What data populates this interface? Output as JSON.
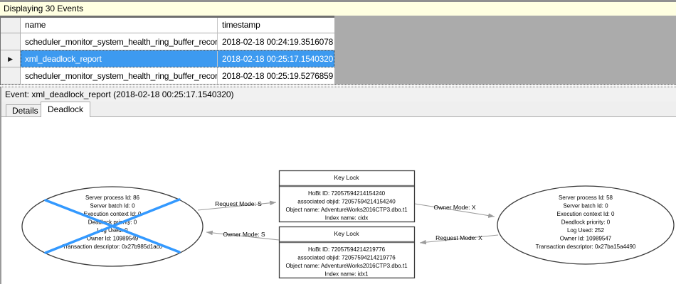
{
  "info_bar": {
    "label": "Displaying 30 Events"
  },
  "table": {
    "columns": [
      {
        "label": "name"
      },
      {
        "label": "timestamp"
      }
    ],
    "rows": [
      {
        "name": "scheduler_monitor_system_health_ring_buffer_recorded",
        "timestamp": "2018-02-18 00:24:19.3516078",
        "selected": false
      },
      {
        "name": "xml_deadlock_report",
        "timestamp": "2018-02-18 00:25:17.1540320",
        "selected": true
      },
      {
        "name": "scheduler_monitor_system_health_ring_buffer_recorded",
        "timestamp": "2018-02-18 00:25:19.5276859",
        "selected": false
      }
    ]
  },
  "icons": {
    "row_selector": "▶"
  },
  "event_bar": {
    "label": "Event: xml_deadlock_report (2018-02-18 00:25:17.1540320)"
  },
  "tabs": [
    {
      "label": "Details",
      "active": false
    },
    {
      "label": "Deadlock",
      "active": true
    }
  ],
  "graph": {
    "processes": [
      {
        "victim": true,
        "lines": [
          "Server process Id: 86",
          "Server batch Id: 0",
          "Execution context Id: 0",
          "Deadlock priority: 0",
          "Log Used: 0",
          "Owner Id: 10989549",
          "Transaction descriptor: 0x27b985d1ac0"
        ]
      },
      {
        "victim": false,
        "lines": [
          "Server process Id: 58",
          "Server batch Id: 0",
          "Execution context Id: 0",
          "Deadlock priority: 0",
          "Log Used: 252",
          "Owner Id: 10989547",
          "Transaction descriptor: 0x27ba15a4490"
        ]
      }
    ],
    "resources": [
      {
        "title": "Key Lock",
        "lines": [
          "HoBt ID: 72057594214154240",
          "associated objid: 72057594214154240",
          "Object name: AdventureWorks2016CTP3.dbo.t1",
          "Index name: cidx"
        ]
      },
      {
        "title": "Key Lock",
        "lines": [
          "HoBt ID: 72057594214219776",
          "associated objid: 72057594214219776",
          "Object name: AdventureWorks2016CTP3.dbo.t1",
          "Index name: idx1"
        ]
      }
    ],
    "edges": [
      {
        "id": "request-s",
        "label": "Request Mode: S"
      },
      {
        "id": "owner-x",
        "label": "Owner Mode: X"
      },
      {
        "id": "owner-s",
        "label": "Owner Mode: S"
      },
      {
        "id": "request-x",
        "label": "Request Mode: X"
      }
    ]
  },
  "colors": {
    "info_bar": "#FFFFE1",
    "selection": "#3D9AF0",
    "selection_text": "#FFFFFF",
    "grid_filler": "#ABABAB",
    "victim_x": "#3399FF",
    "arrow": "#9C9C9C"
  }
}
